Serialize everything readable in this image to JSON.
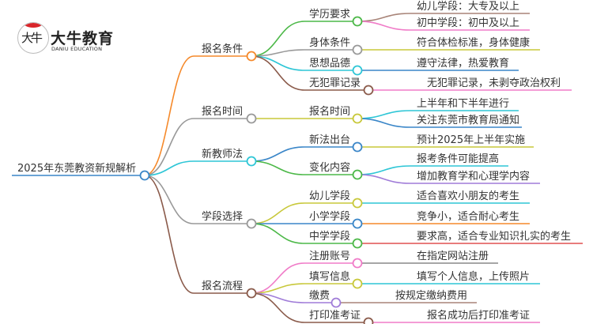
{
  "logo": {
    "name": "大牛教育",
    "en": "DANIU EDUCATION",
    "mark": "大牛"
  },
  "root": {
    "label": "2025年东莞教资新规解析",
    "color": "#3a86c8",
    "children": [
      {
        "label": "报名条件",
        "color": "#f5892a",
        "children": [
          {
            "label": "学历要求",
            "color": "#4cb848",
            "children": [
              {
                "label": "幼儿学段：大专及以上",
                "color": "#a88478"
              },
              {
                "label": "初中学段：初中及以上",
                "color": "#f07cc8"
              }
            ]
          },
          {
            "label": "身体条件",
            "color": "#999999",
            "children": [
              {
                "label": "符合体检标准，身体健康",
                "color": "#c8c83a"
              }
            ]
          },
          {
            "label": "思想品德",
            "color": "#2ec6d6",
            "children": [
              {
                "label": "遵守法律，热爱教育",
                "color": "#3a86c8"
              }
            ]
          },
          {
            "label": "无犯罪记录",
            "color": "#8a5a4a",
            "children": [
              {
                "label": "无犯罪记录，未剥夺政治权利",
                "color": "#f07cc8"
              }
            ]
          }
        ]
      },
      {
        "label": "报名时间",
        "color": "#999999",
        "children": [
          {
            "label": "报名时间",
            "color": "#c8c83a",
            "children": [
              {
                "label": "上半年和下半年进行",
                "color": "#2ec6d6"
              },
              {
                "label": "关注东莞市教育局通知",
                "color": "#3a86c8"
              }
            ]
          }
        ]
      },
      {
        "label": "新教师法",
        "color": "#2ec6d6",
        "children": [
          {
            "label": "新法出台",
            "color": "#3a86c8",
            "children": [
              {
                "label": "预计2025年上半年实施",
                "color": "#c8c83a"
              }
            ]
          },
          {
            "label": "变化内容",
            "color": "#4cb848",
            "children": [
              {
                "label": "报考条件可能提高",
                "color": "#2ec6d6"
              },
              {
                "label": "增加教育学和心理学内容",
                "color": "#a07cd8"
              }
            ]
          }
        ]
      },
      {
        "label": "学段选择",
        "color": "#999999",
        "children": [
          {
            "label": "幼儿学段",
            "color": "#c8c83a",
            "children": [
              {
                "label": "适合喜欢小朋友的考生",
                "color": "#2ec6d6"
              }
            ]
          },
          {
            "label": "小学学段",
            "color": "#3a86c8",
            "children": [
              {
                "label": "竞争小，适合耐心考生",
                "color": "#f5892a"
              }
            ]
          },
          {
            "label": "中学学段",
            "color": "#4cb848",
            "children": [
              {
                "label": "要求高，适合专业知识扎实的考生",
                "color": "#e05050"
              }
            ]
          }
        ]
      },
      {
        "label": "报名流程",
        "color": "#8a5a4a",
        "children": [
          {
            "label": "注册账号",
            "color": "#f07cc8",
            "children": [
              {
                "label": "在指定网站注册",
                "color": "#888888"
              }
            ]
          },
          {
            "label": "填写信息",
            "color": "#c8c83a",
            "children": [
              {
                "label": "填写个人信息，上传照片",
                "color": "#2ec6d6"
              }
            ]
          },
          {
            "label": "缴费",
            "color": "#a07cd8",
            "children": [
              {
                "label": "按规定缴纳费用",
                "color": "#a88478"
              }
            ]
          },
          {
            "label": "打印准考证",
            "color": "#8a5a4a",
            "children": [
              {
                "label": "报名成功后打印准考证",
                "color": "#f07cc8"
              }
            ]
          }
        ]
      }
    ]
  }
}
